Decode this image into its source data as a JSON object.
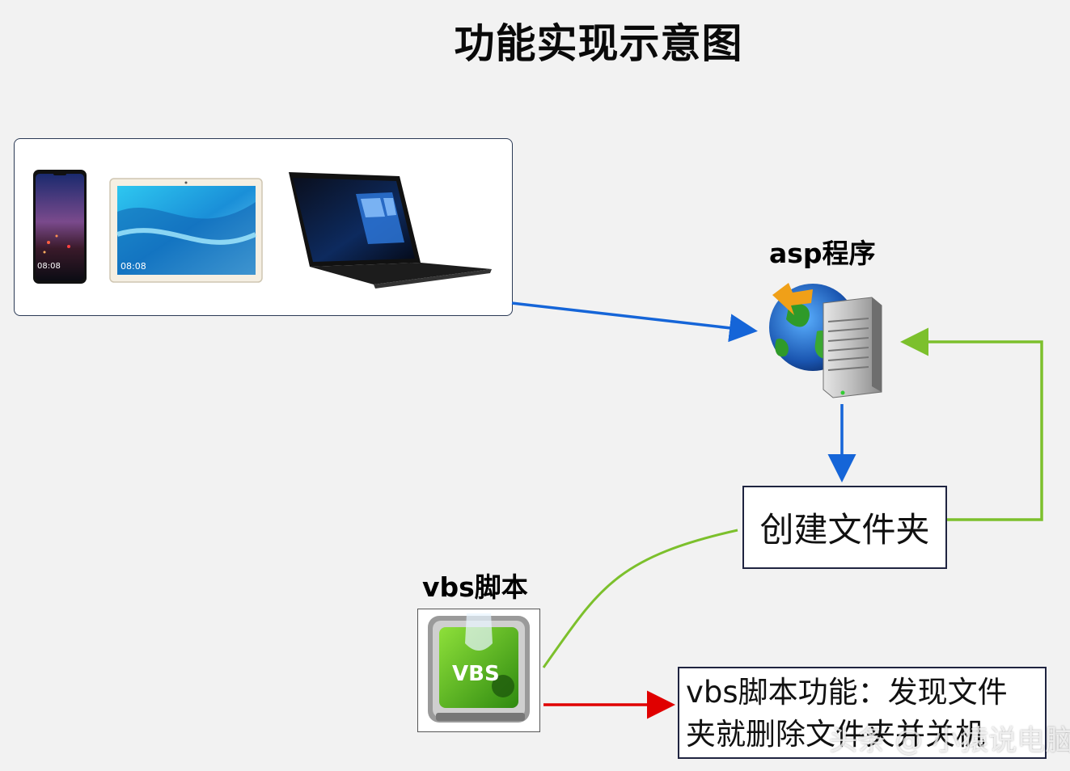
{
  "title": "功能实现示意图",
  "nodes": {
    "asp_label": "asp程序",
    "vbs_label": "vbs脚本",
    "create_folder": "创建文件夹",
    "vbs_desc_line1": "vbs脚本功能：发现文件",
    "vbs_desc_line2": "夹就删除文件夹并关机",
    "vbs_icon_text": "VBS"
  },
  "devices": {
    "phone_time": "08:08",
    "tablet_time": "08:08"
  },
  "watermark": "头条 @ 小猿说电脑",
  "colors": {
    "blue_arrow": "#1565d8",
    "green_arrow": "#7cc02c",
    "red_arrow": "#e00000"
  }
}
